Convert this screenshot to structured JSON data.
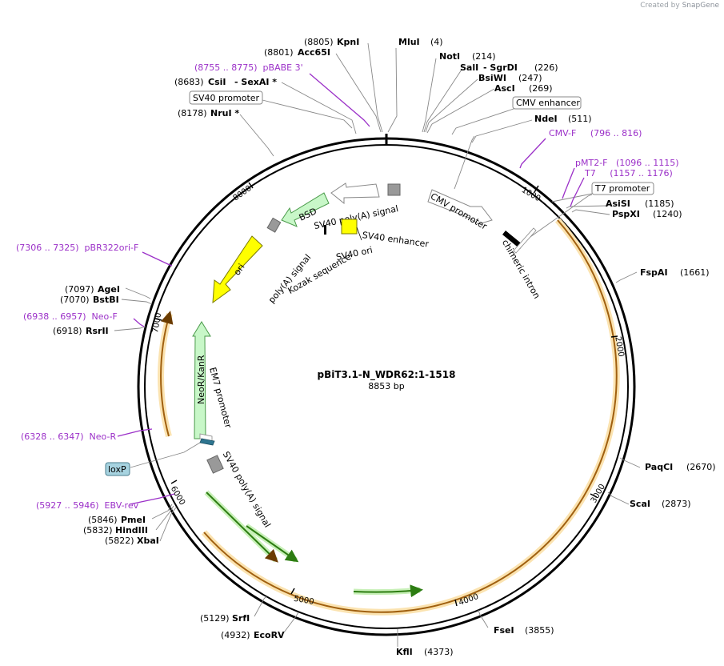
{
  "credit": {
    "prefix": "Created by",
    "app": "SnapGene"
  },
  "title": "pBiT3.1-N_WDR62:1-1518",
  "length_label": "8853 bp",
  "ticks": [
    "1000",
    "2000",
    "3000",
    "4000",
    "5000",
    "6000",
    "7000",
    "8000"
  ],
  "sites": [
    {
      "pos": "(8805)",
      "name": "KpnI"
    },
    {
      "pos": "(8801)",
      "name": "Acc65I"
    },
    {
      "pos": "(4)",
      "name": "MluI"
    },
    {
      "pos": "(214)",
      "name": "NotI"
    },
    {
      "pos": "SalI",
      "name": "- SgrDI",
      "extra": "(226)"
    },
    {
      "pos": "(247)",
      "name": "BsiWI"
    },
    {
      "pos": "(269)",
      "name": "AscI"
    },
    {
      "pos": "(511)",
      "name": "NdeI"
    },
    {
      "pos": "(8683)",
      "name": "CsiI",
      "extra": "- SexAI *"
    },
    {
      "pos": "(8178)",
      "name": "NruI *"
    },
    {
      "pos": "(1185)",
      "name": "AsiSI"
    },
    {
      "pos": "(1240)",
      "name": "PspXI"
    },
    {
      "pos": "(1661)",
      "name": "FspAI"
    },
    {
      "pos": "(2670)",
      "name": "PaqCI"
    },
    {
      "pos": "(2873)",
      "name": "ScaI"
    },
    {
      "pos": "(3855)",
      "name": "FseI"
    },
    {
      "pos": "(4373)",
      "name": "KflI"
    },
    {
      "pos": "(4932)",
      "name": "EcoRV"
    },
    {
      "pos": "(5129)",
      "name": "SrfI"
    },
    {
      "pos": "(5846)",
      "name": "PmeI"
    },
    {
      "pos": "(5832)",
      "name": "HindIII"
    },
    {
      "pos": "(5822)",
      "name": "XbaI"
    },
    {
      "pos": "(7097)",
      "name": "AgeI"
    },
    {
      "pos": "(7070)",
      "name": "BstBI"
    },
    {
      "pos": "(6918)",
      "name": "RsrII"
    }
  ],
  "primers": [
    "(8755 .. 8775)  pBABE 3'",
    "CMV-F     (796 .. 816)",
    "pMT2-F   (1096 .. 1115)",
    "T7     (1157 .. 1176)",
    "(7306 .. 7325)  pBR322ori-F",
    "(6938 .. 6957)  Neo-F",
    "(6328 .. 6347)  Neo-R",
    "(5927 .. 5946)  EBV-rev"
  ],
  "boxed_features": {
    "sv40_promoter": "SV40 promoter",
    "cmv_enhancer": "CMV enhancer",
    "t7_promoter": "T7 promoter",
    "loxp": "loxP"
  },
  "features": {
    "cmv_promoter": "CMV promoter",
    "chimeric_intron": "chimeric intron",
    "sv40_polya_1": "SV40 poly(A) signal",
    "bsd": "BSD",
    "sv40_enhancer": "SV40 enhancer",
    "sv40_ori": "SV40 ori",
    "kozak": "Kozak sequence",
    "polya": "poly(A) signal",
    "ori": "ori",
    "neokan": "NeoR/KanR",
    "em7": "EM7 promoter",
    "sv40_polya_2": "SV40 poly(A) signal"
  },
  "colors": {
    "primer": "#9b30c8",
    "orf_fill": "#f2a93b",
    "ori_fill": "#ffff00",
    "bsd_fill": "#c8f7c8",
    "green_arrow": "#3a9b1a",
    "loxp_fill": "#a7d3e0"
  }
}
